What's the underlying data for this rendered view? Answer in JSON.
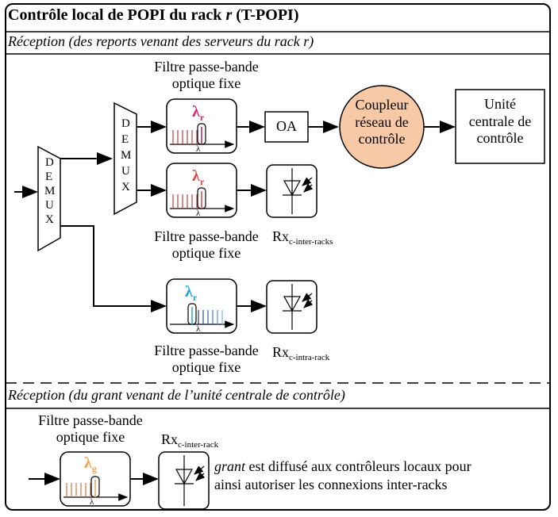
{
  "title": {
    "prefix": "Contrôle local de POPI du rack ",
    "r": "r",
    "suffix": " (T-POPI)"
  },
  "section1": "Réception (des reports venant des serveurs du rack r)",
  "section2": "Réception (du grant venant de l’unité centrale de contrôle)",
  "demux_letters": [
    "D",
    "E",
    "M",
    "U",
    "X"
  ],
  "filter_label": {
    "line1": "Filtre passe-bande",
    "line2": "optique fixe"
  },
  "lambda_r": "λ",
  "lambda_r_sub": "r",
  "lambda_g": "λ",
  "lambda_g_sub": "g",
  "axis_lambda": "λ",
  "oa": "OA",
  "coupler": {
    "line1": "Coupleur",
    "line2": "réseau de",
    "line3": "contrôle"
  },
  "unit": {
    "line1": "Unité",
    "line2": "centrale de",
    "line3": "contrôle"
  },
  "rx_inter": {
    "main": "Rx",
    "sub": "c-inter-racks"
  },
  "rx_intra": {
    "main": "Rx",
    "sub": "c-intra-rack"
  },
  "rx_grant": {
    "main": "Rx",
    "sub": "c-inter-rack"
  },
  "grant_note": {
    "word": "grant",
    "line1_rest": " est diffusé aux contrôleurs locaux pour",
    "line2": "ainsi autoriser les connexions inter-racks"
  },
  "colors": {
    "coupler_fill": "#f7c9a6",
    "lambda_r_magenta": "#d6286e",
    "lambda_r_red": "#e8413c",
    "lambda_r_blue": "#1fa3e0",
    "lambda_g_orange": "#f4a24b"
  }
}
